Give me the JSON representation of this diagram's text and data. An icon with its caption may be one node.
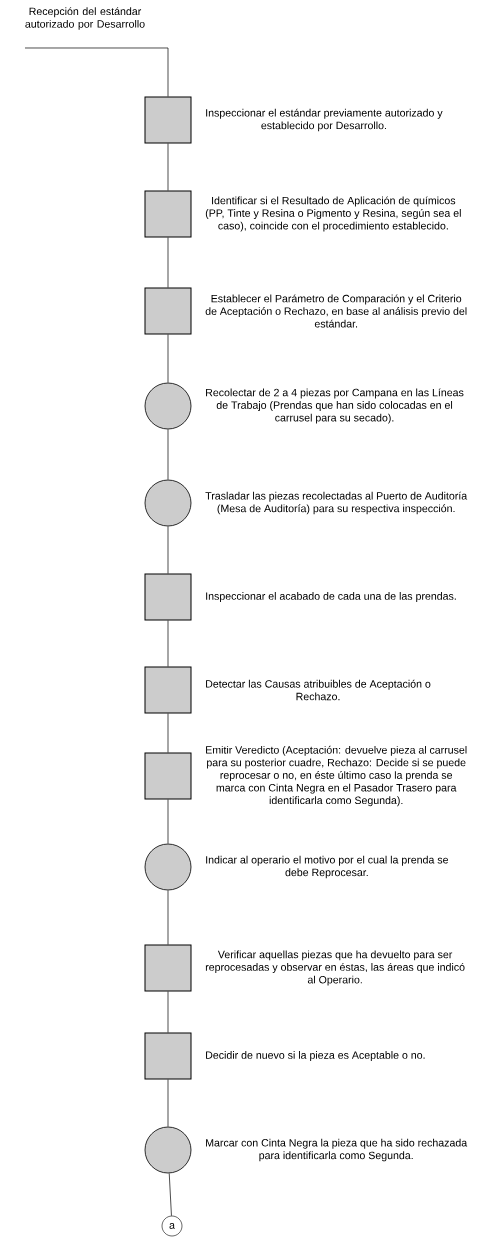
{
  "diagram": {
    "nodes": [
      {
        "text": [
          "Recepción del estándar autorizado por Desarrollo"
        ]
      },
      {
        "text": [],
        "shape": "box",
        "beside": [
          "Inspeccionar el estándar previamente autorizado y establecido por Desarrollo."
        ]
      },
      {
        "text": [],
        "shape": "box",
        "beside": [
          "Identificar si el Resultado de Aplicación de químicos (PP, Tinte y Resina o Pigmento y Resina, según sea el caso), coincide con el procedimiento establecido."
        ]
      },
      {
        "text": [],
        "shape": "box",
        "beside": [
          "Establecer el Parámetro de Comparación y el Criterio de Aceptación o Rechazo, en base al análisis previo del estándar."
        ]
      },
      {
        "text": [],
        "shape": "circle",
        "beside": [
          "Recolectar de 2 a 4 piezas por Campana en las Líneas de Trabajo (Prendas que han sido colocadas en el carrusel para su secado)."
        ]
      },
      {
        "text": [],
        "shape": "circle",
        "beside": [
          "Trasladar las piezas recolectadas al Puerto de Auditoría (Mesa de Auditoría) para su respectiva inspección."
        ]
      },
      {
        "text": [],
        "shape": "box",
        "beside": [
          "Inspeccionar el acabado de cada una de las prendas."
        ]
      },
      {
        "text": [],
        "shape": "box",
        "beside": [
          "Detectar las Causas atribuibles de Aceptación o Rechazo."
        ]
      },
      {
        "text": [],
        "shape": "box",
        "beside": [
          "Emitir Veredicto (Aceptación: devuelve pieza al carrusel para su posterior cuadre, Rechazo: Decide si se puede reprocesar o no, en éste último caso la prenda se marca con Cinta Negra en el Pasador Trasero para identificarla como Segunda)."
        ]
      },
      {
        "text": [],
        "shape": "circle",
        "beside": [
          "Indicar al operario el motivo por el cual la prenda se debe Reprocesar."
        ]
      },
      {
        "text": [],
        "shape": "box",
        "beside": [
          "Verificar aquellas piezas que ha devuelto para ser reprocesadas y observar en éstas, las áreas que indicó al Operario."
        ]
      },
      {
        "text": [],
        "shape": "box",
        "beside": [
          "Decidir de nuevo si la pieza es Aceptable o no."
        ]
      },
      {
        "text": [],
        "shape": "circle",
        "beside": [
          "Marcar con Cinta Negra la pieza que ha sido rechazada para identificarla como Segunda."
        ]
      },
      {
        "text": [
          "a"
        ]
      }
    ],
    "edges": [
      {
        "from": 0,
        "to": 1,
        "arrow": "none"
      },
      {
        "from": 1,
        "to": 2,
        "arrow": "none"
      },
      {
        "from": 2,
        "to": 3,
        "arrow": "none"
      },
      {
        "from": 3,
        "to": 4,
        "arrow": "none"
      },
      {
        "from": 4,
        "to": 5,
        "arrow": "none"
      },
      {
        "from": 5,
        "to": 6,
        "arrow": "none"
      },
      {
        "from": 6,
        "to": 7,
        "arrow": "none"
      },
      {
        "from": 7,
        "to": 8,
        "arrow": "none"
      },
      {
        "from": 8,
        "to": 9,
        "arrow": "none"
      },
      {
        "from": 9,
        "to": 10,
        "arrow": "none"
      },
      {
        "from": 10,
        "to": 11,
        "arrow": "none"
      },
      {
        "from": 11,
        "to": 12,
        "arrow": "none"
      },
      {
        "from": 12,
        "to": 13,
        "arrow": "none"
      }
    ]
  }
}
